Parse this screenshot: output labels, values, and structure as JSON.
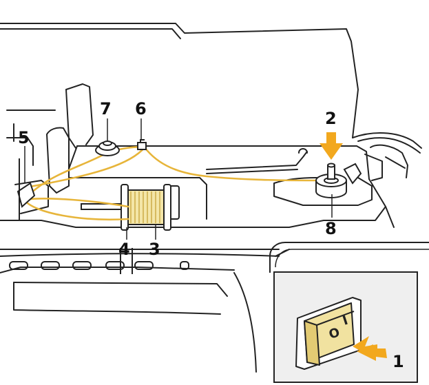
{
  "callouts": {
    "c1": "1",
    "c2": "2",
    "c3": "3",
    "c4": "4",
    "c5": "5",
    "c6": "6",
    "c7": "7",
    "c8": "8"
  },
  "switch": {
    "on_symbol": "I",
    "off_symbol": "O"
  },
  "colors": {
    "thread": "#E7B53A",
    "arrow": "#F2A81E",
    "line": "#222222",
    "inset_panel": "#EFEFEF",
    "switch_rocker": "#F1E2A0"
  }
}
